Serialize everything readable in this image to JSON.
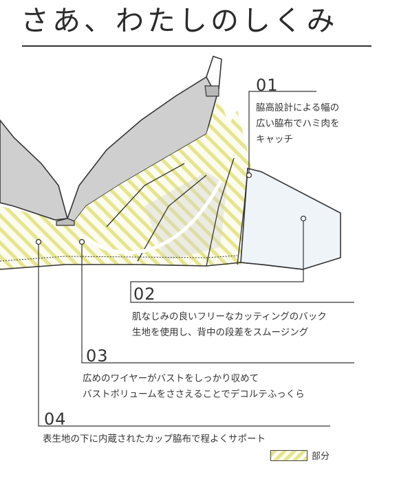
{
  "title": "さあ、わたしのしくみ",
  "points": [
    {
      "number": "01",
      "lines": [
        "脇高設計による幅の",
        "広い脇布でハミ肉を",
        "キャッチ"
      ]
    },
    {
      "number": "02",
      "lines": [
        "肌なじみの良いフリーなカッティングのバック",
        "生地を使用し、背中の段差をスムージング"
      ]
    },
    {
      "number": "03",
      "lines": [
        "広めのワイヤーがバストをしっかり収めて",
        "バストボリュームをささえることでデコルテふっくら"
      ]
    },
    {
      "number": "04",
      "lines": [
        "表生地の下に内蔵されたカップ脇布で程よくサポート"
      ]
    }
  ],
  "legend": {
    "label": "部分"
  },
  "colors": {
    "hatch": "#e6e58a",
    "cup_gray": "#cfcfcf",
    "band_gray": "#d9d9d9",
    "back_panel": "#eef4f8",
    "line": "#333333"
  }
}
